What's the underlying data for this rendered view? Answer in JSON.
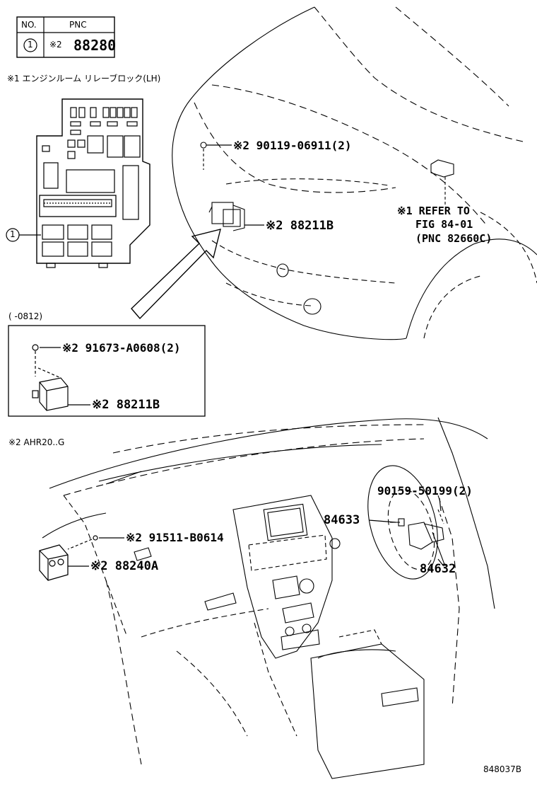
{
  "pnc_table": {
    "col_no": "NO.",
    "col_pnc": "PNC",
    "row_no": "1",
    "row_mark": "※2",
    "row_pnc": "88280"
  },
  "notes": {
    "relay_block": "※1 エンジンルーム リレーブロック(LH)",
    "date_range": "(     -0812)",
    "model_note": "※2 AHR20..G"
  },
  "callouts": {
    "relay_block_ref": "1",
    "bolt_hood": "※2  90119-06911(2)",
    "relay_hood": "※2  88211B",
    "refer_1": "※1 REFER TO",
    "refer_2": "FIG 84-01",
    "refer_3": "(PNC 82660C)",
    "inset_bolt": "※2  91673-A0608(2)",
    "inset_relay": "※2  88211B",
    "screw_dash": "※2  91511-B0614",
    "switch_dash": "※2  88240A",
    "bolt_column": "90159-50199(2)",
    "p84633": "84633",
    "p84632": "84632"
  },
  "figure_id": "848037B"
}
